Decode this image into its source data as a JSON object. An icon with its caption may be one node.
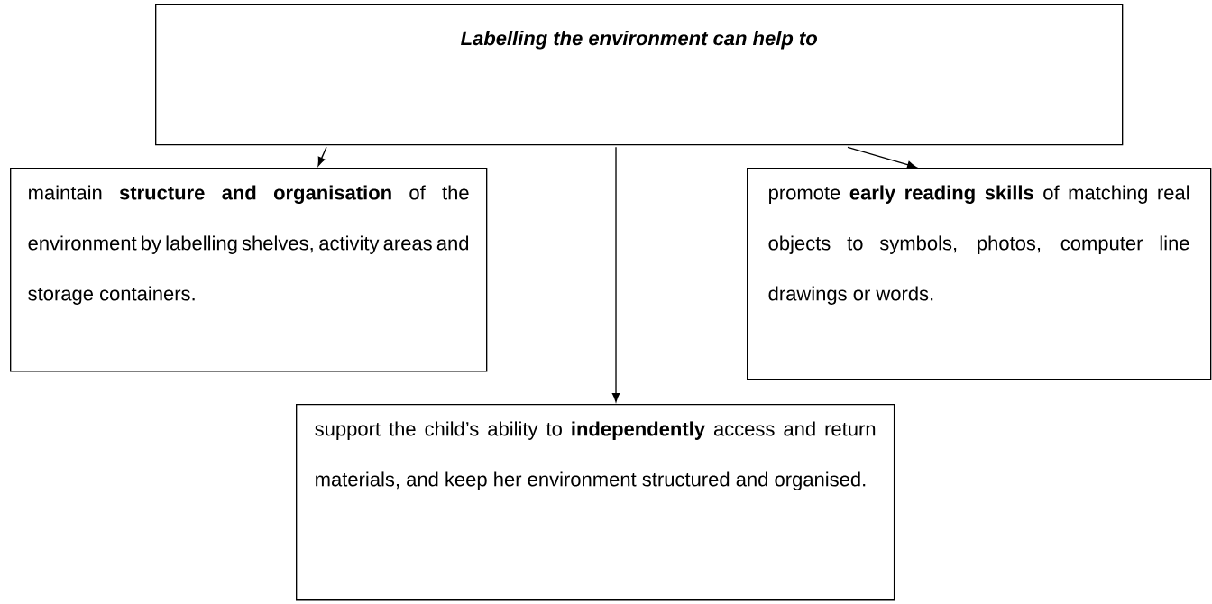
{
  "diagram": {
    "nodes": [
      {
        "text": [
          "Labelling the environment can help to"
        ]
      },
      {
        "text": [
          "maintain **structure and organisation** of the environment by labelling shelves, activity areas and storage containers."
        ]
      },
      {
        "text": [
          "promote **early reading skills** of matching real objects to symbols, photos, computer line drawings or words."
        ]
      },
      {
        "text": [
          "support the child’s ability to **independently** access and return materials, and keep her environment structured and organised."
        ]
      }
    ],
    "edges": [
      {
        "from": 0,
        "to": 1,
        "arrow": "to"
      },
      {
        "from": 0,
        "to": 2,
        "arrow": "to"
      },
      {
        "from": 0,
        "to": 3,
        "arrow": "to"
      }
    ]
  }
}
